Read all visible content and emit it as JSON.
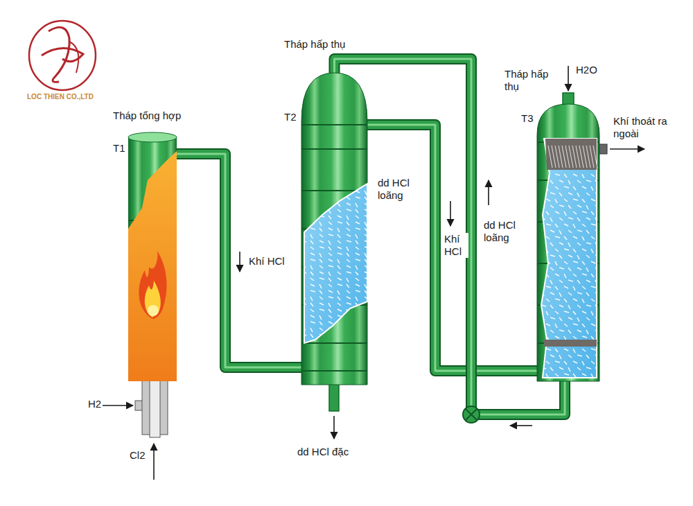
{
  "diagram": {
    "nodes": [
      {
        "text": [
          "Tháp tổng hợp",
          "T1"
        ]
      },
      {
        "text": [
          "Tháp hấp thụ",
          "T2",
          "dd HCl loãng"
        ]
      },
      {
        "text": [
          "Tháp hấp thụ",
          "T3"
        ]
      }
    ],
    "edges": [
      {
        "from": 0,
        "to": 1,
        "label": "Khí HCl",
        "arrow": "none"
      },
      {
        "from": 1,
        "to": 2,
        "label": "Khí HCl",
        "arrow": "none"
      },
      {
        "from": 2,
        "to": 1,
        "label": "dd HCl loãng",
        "arrow": "none"
      }
    ],
    "labels": [
      "LOC THIEN CO.,LTD",
      "H2",
      "Cl2",
      "H2O",
      "dd HCl đặc",
      "Khí thoát ra ngoài"
    ]
  }
}
